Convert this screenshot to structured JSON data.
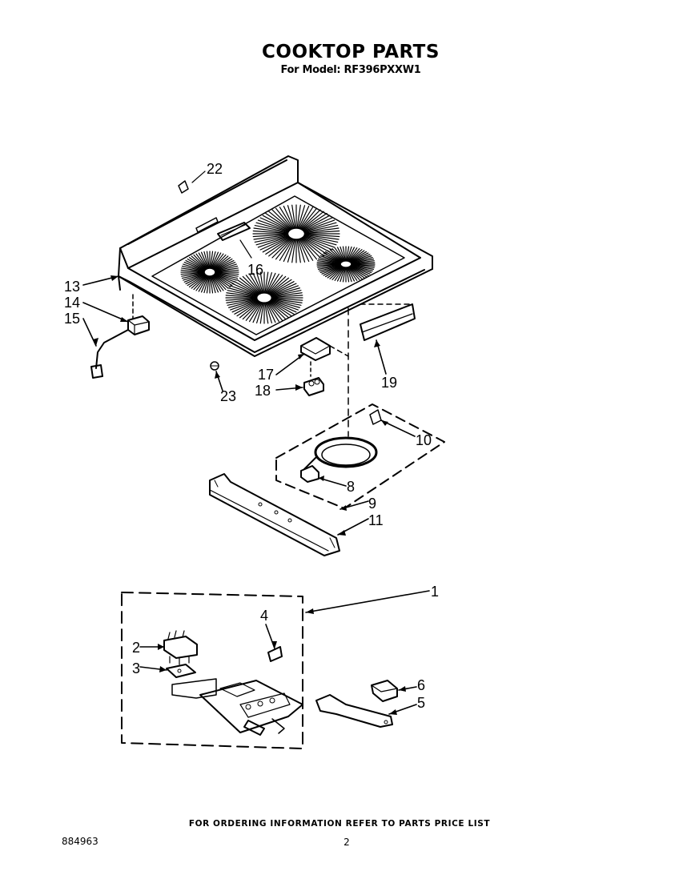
{
  "header": {
    "title": "COOKTOP PARTS",
    "subtitle": "For Model: RF396PXXW1"
  },
  "callouts": [
    "1",
    "2",
    "3",
    "4",
    "5",
    "6",
    "8",
    "9",
    "10",
    "11",
    "13",
    "14",
    "15",
    "16",
    "17",
    "18",
    "19",
    "22",
    "23"
  ],
  "footer": {
    "ordering_info": "FOR ORDERING INFORMATION REFER TO PARTS PRICE LIST",
    "document_number": "884963",
    "page_number": "2"
  }
}
